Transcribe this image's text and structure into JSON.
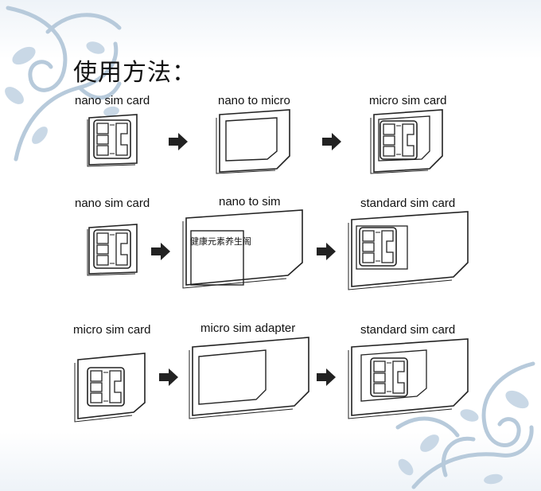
{
  "title": "使用方法：",
  "watermark": "健康元素养生阁",
  "rows": [
    {
      "items": [
        {
          "label": "nano sim card"
        },
        {
          "label": "nano to micro"
        },
        {
          "label": "micro sim card"
        }
      ]
    },
    {
      "items": [
        {
          "label": "nano sim card"
        },
        {
          "label": "nano to sim"
        },
        {
          "label": "standard sim card"
        }
      ]
    },
    {
      "items": [
        {
          "label": "micro sim card"
        },
        {
          "label": "micro sim adapter"
        },
        {
          "label": "standard sim card"
        }
      ]
    }
  ],
  "icons": {
    "arrow": "arrow-right-icon",
    "swirl": "floral-swirl-icon"
  },
  "colors": {
    "swirl": "#b7cadb",
    "line": "#222222",
    "background": "#ffffff"
  }
}
